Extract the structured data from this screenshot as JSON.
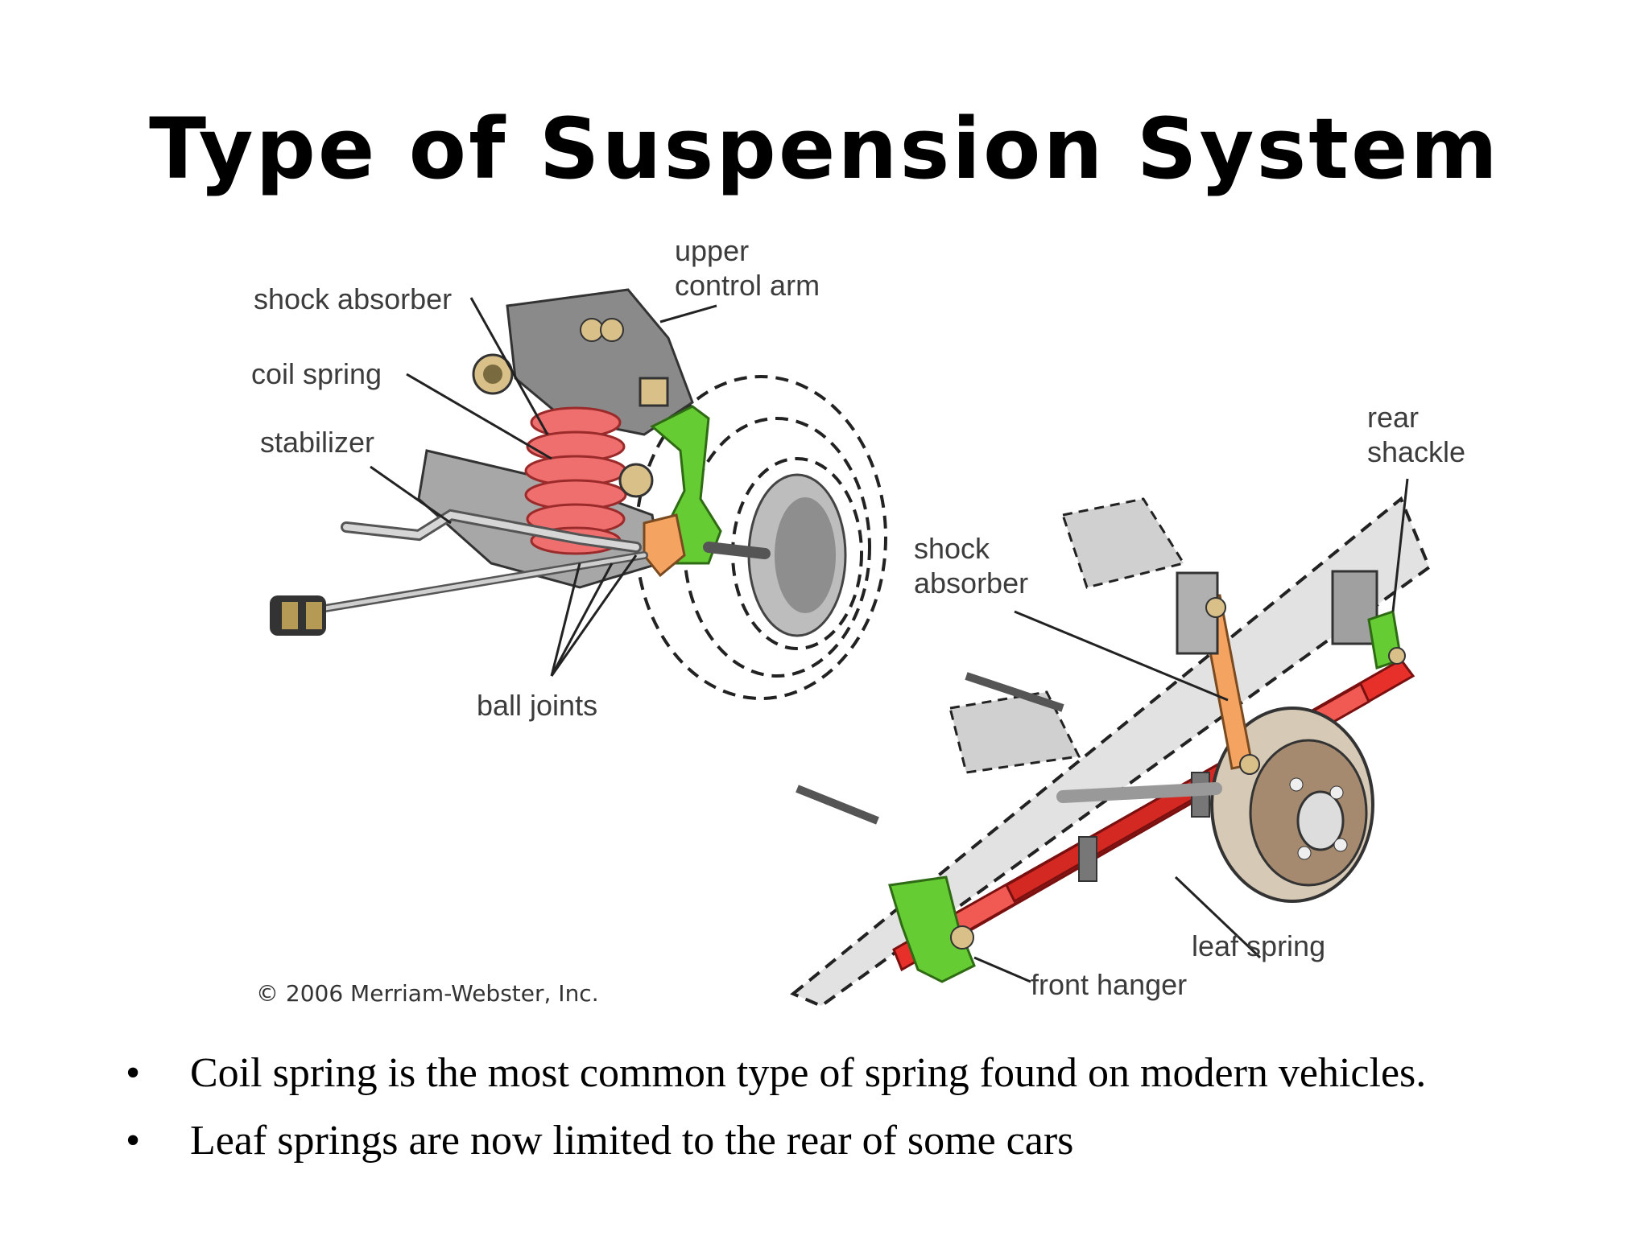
{
  "slide": {
    "title": "Type of Suspension System"
  },
  "diagram": {
    "front_labels": {
      "upper_control_arm": "upper\ncontrol arm",
      "shock_absorber": "shock absorber",
      "coil_spring": "coil spring",
      "stabilizer": "stabilizer",
      "ball_joints": "ball joints"
    },
    "rear_labels": {
      "rear_shackle": "rear\nshackle",
      "shock_absorber": "shock\nabsorber",
      "leaf_spring": "leaf spring",
      "front_hanger": "front hanger"
    },
    "copyright": "© 2006 Merriam-Webster, Inc.",
    "colors": {
      "coil_spring": "#ef6f6f",
      "leaf_spring": "#e8302a",
      "bracket_green": "#66cc33",
      "shock_orange": "#f4a460",
      "metal_gray": "#9a9a9a"
    }
  },
  "bullets": [
    "Coil spring is the most common type of spring found on modern vehicles.",
    "Leaf springs are now limited to the rear of some cars"
  ],
  "bullet_symbol": "•"
}
